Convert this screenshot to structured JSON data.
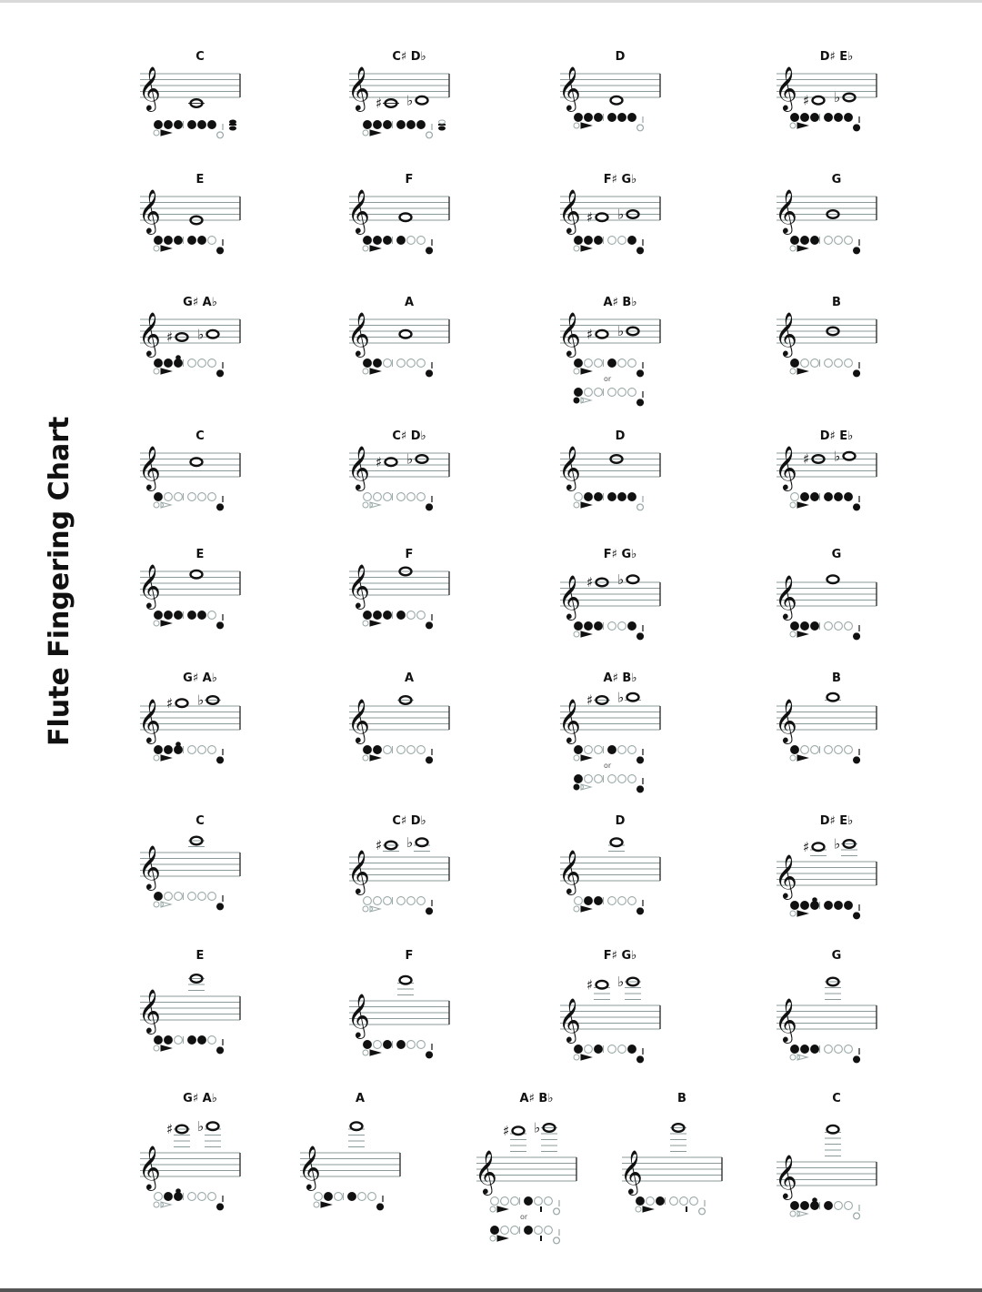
{
  "title": "Flute Fingering Chart",
  "or_label": "or",
  "colors": {
    "ink": "#111111",
    "staff": "#8a9a9a",
    "open_key": "#9aa8a8"
  },
  "columns_x": [
    150,
    380,
    612,
    850
  ],
  "bottom_columns_x": [
    150,
    326,
    520,
    680,
    850
  ],
  "rows_y": [
    55,
    190,
    325,
    472,
    602,
    738,
    895,
    1043,
    1200
  ],
  "notes": [
    {
      "row": 0,
      "col": 0,
      "label": "C",
      "pitches": [
        {
          "step": -2
        }
      ],
      "fingerings": [
        {
          "keys": [
            1,
            1,
            1,
            1,
            1,
            1
          ],
          "thumb": "B",
          "pinky": "open",
          "low": "C"
        }
      ]
    },
    {
      "row": 0,
      "col": 1,
      "label": "C♯  D♭",
      "pitches": [
        {
          "step": -2,
          "acc": "sharp"
        },
        {
          "step": -1,
          "acc": "flat"
        }
      ],
      "fingerings": [
        {
          "keys": [
            1,
            1,
            1,
            1,
            1,
            1
          ],
          "thumb": "B",
          "pinky": "open",
          "low": "Cs"
        }
      ]
    },
    {
      "row": 0,
      "col": 2,
      "label": "D",
      "pitches": [
        {
          "step": -1
        }
      ],
      "fingerings": [
        {
          "keys": [
            1,
            1,
            1,
            1,
            1,
            1
          ],
          "thumb": "B",
          "pinky": "open"
        }
      ]
    },
    {
      "row": 0,
      "col": 3,
      "label": "D♯  E♭",
      "pitches": [
        {
          "step": -1,
          "acc": "sharp"
        },
        {
          "step": 0,
          "acc": "flat"
        }
      ],
      "fingerings": [
        {
          "keys": [
            1,
            1,
            1,
            1,
            1,
            1
          ],
          "thumb": "B",
          "pinky": "closed"
        }
      ]
    },
    {
      "row": 1,
      "col": 0,
      "label": "E",
      "pitches": [
        {
          "step": 0
        }
      ],
      "fingerings": [
        {
          "keys": [
            1,
            1,
            1,
            1,
            1,
            0
          ],
          "thumb": "B",
          "pinky": "closed"
        }
      ]
    },
    {
      "row": 1,
      "col": 1,
      "label": "F",
      "pitches": [
        {
          "step": 1
        }
      ],
      "fingerings": [
        {
          "keys": [
            1,
            1,
            1,
            1,
            0,
            0
          ],
          "thumb": "B",
          "pinky": "closed"
        }
      ]
    },
    {
      "row": 1,
      "col": 2,
      "label": "F♯  G♭",
      "pitches": [
        {
          "step": 1,
          "acc": "sharp"
        },
        {
          "step": 2,
          "acc": "flat"
        }
      ],
      "fingerings": [
        {
          "keys": [
            1,
            1,
            1,
            0,
            0,
            1
          ],
          "thumb": "B",
          "pinky": "closed"
        }
      ]
    },
    {
      "row": 1,
      "col": 3,
      "label": "G",
      "pitches": [
        {
          "step": 2
        }
      ],
      "fingerings": [
        {
          "keys": [
            1,
            1,
            1,
            0,
            0,
            0
          ],
          "thumb": "B",
          "pinky": "closed"
        }
      ]
    },
    {
      "row": 2,
      "col": 0,
      "label": "G♯  A♭",
      "pitches": [
        {
          "step": 2,
          "acc": "sharp"
        },
        {
          "step": 3,
          "acc": "flat"
        }
      ],
      "fingerings": [
        {
          "keys": [
            1,
            1,
            1,
            0,
            0,
            0
          ],
          "thumb": "B",
          "pinky": "closed",
          "gis": true
        }
      ]
    },
    {
      "row": 2,
      "col": 1,
      "label": "A",
      "pitches": [
        {
          "step": 3
        }
      ],
      "fingerings": [
        {
          "keys": [
            1,
            1,
            0,
            0,
            0,
            0
          ],
          "thumb": "B",
          "pinky": "closed"
        }
      ]
    },
    {
      "row": 2,
      "col": 2,
      "label": "A♯  B♭",
      "pitches": [
        {
          "step": 3,
          "acc": "sharp"
        },
        {
          "step": 4,
          "acc": "flat"
        }
      ],
      "fingerings": [
        {
          "keys": [
            1,
            0,
            0,
            1,
            0,
            0
          ],
          "thumb": "B",
          "pinky": "closed"
        },
        {
          "keys": [
            1,
            0,
            0,
            0,
            0,
            0
          ],
          "thumb": "Bb",
          "pinky": "closed"
        }
      ]
    },
    {
      "row": 2,
      "col": 3,
      "label": "B",
      "pitches": [
        {
          "step": 4
        }
      ],
      "fingerings": [
        {
          "keys": [
            1,
            0,
            0,
            0,
            0,
            0
          ],
          "thumb": "B",
          "pinky": "closed"
        }
      ]
    },
    {
      "row": 3,
      "col": 0,
      "label": "C",
      "pitches": [
        {
          "step": 5
        }
      ],
      "fingerings": [
        {
          "keys": [
            1,
            0,
            0,
            0,
            0,
            0
          ],
          "thumb": "open",
          "pinky": "closed"
        }
      ]
    },
    {
      "row": 3,
      "col": 1,
      "label": "C♯  D♭",
      "pitches": [
        {
          "step": 5,
          "acc": "sharp"
        },
        {
          "step": 6,
          "acc": "flat"
        }
      ],
      "fingerings": [
        {
          "keys": [
            0,
            0,
            0,
            0,
            0,
            0
          ],
          "thumb": "open",
          "pinky": "closed"
        }
      ]
    },
    {
      "row": 3,
      "col": 2,
      "label": "D",
      "pitches": [
        {
          "step": 6
        }
      ],
      "fingerings": [
        {
          "keys": [
            0,
            1,
            1,
            1,
            1,
            1
          ],
          "thumb": "B",
          "pinky": "open"
        }
      ]
    },
    {
      "row": 3,
      "col": 3,
      "label": "D♯  E♭",
      "pitches": [
        {
          "step": 6,
          "acc": "sharp"
        },
        {
          "step": 7,
          "acc": "flat"
        }
      ],
      "fingerings": [
        {
          "keys": [
            0,
            1,
            1,
            1,
            1,
            1
          ],
          "thumb": "B",
          "pinky": "closed"
        }
      ]
    },
    {
      "row": 4,
      "col": 0,
      "label": "E",
      "pitches": [
        {
          "step": 7
        }
      ],
      "fingerings": [
        {
          "keys": [
            1,
            1,
            1,
            1,
            1,
            0
          ],
          "thumb": "B",
          "pinky": "closed"
        }
      ]
    },
    {
      "row": 4,
      "col": 1,
      "label": "F",
      "pitches": [
        {
          "step": 8
        }
      ],
      "fingerings": [
        {
          "keys": [
            1,
            1,
            1,
            1,
            0,
            0
          ],
          "thumb": "B",
          "pinky": "closed"
        }
      ]
    },
    {
      "row": 4,
      "col": 2,
      "label": "F♯  G♭",
      "pitches": [
        {
          "step": 8,
          "acc": "sharp"
        },
        {
          "step": 9,
          "acc": "flat"
        }
      ],
      "fingerings": [
        {
          "keys": [
            1,
            1,
            1,
            0,
            0,
            1
          ],
          "thumb": "B",
          "pinky": "closed"
        }
      ]
    },
    {
      "row": 4,
      "col": 3,
      "label": "G",
      "pitches": [
        {
          "step": 9
        }
      ],
      "fingerings": [
        {
          "keys": [
            1,
            1,
            1,
            0,
            0,
            0
          ],
          "thumb": "B",
          "pinky": "closed"
        }
      ]
    },
    {
      "row": 5,
      "col": 0,
      "label": "G♯  A♭",
      "pitches": [
        {
          "step": 9,
          "acc": "sharp"
        },
        {
          "step": 10,
          "acc": "flat"
        }
      ],
      "fingerings": [
        {
          "keys": [
            1,
            1,
            1,
            0,
            0,
            0
          ],
          "thumb": "B",
          "pinky": "closed",
          "gis": true
        }
      ]
    },
    {
      "row": 5,
      "col": 1,
      "label": "A",
      "pitches": [
        {
          "step": 10
        }
      ],
      "fingerings": [
        {
          "keys": [
            1,
            1,
            0,
            0,
            0,
            0
          ],
          "thumb": "B",
          "pinky": "closed"
        }
      ]
    },
    {
      "row": 5,
      "col": 2,
      "label": "A♯  B♭",
      "pitches": [
        {
          "step": 10,
          "acc": "sharp"
        },
        {
          "step": 11,
          "acc": "flat"
        }
      ],
      "fingerings": [
        {
          "keys": [
            1,
            0,
            0,
            1,
            0,
            0
          ],
          "thumb": "B",
          "pinky": "closed"
        },
        {
          "keys": [
            1,
            0,
            0,
            0,
            0,
            0
          ],
          "thumb": "Bb",
          "pinky": "closed"
        }
      ]
    },
    {
      "row": 5,
      "col": 3,
      "label": "B",
      "pitches": [
        {
          "step": 11
        }
      ],
      "fingerings": [
        {
          "keys": [
            1,
            0,
            0,
            0,
            0,
            0
          ],
          "thumb": "B",
          "pinky": "closed"
        }
      ]
    },
    {
      "row": 6,
      "col": 0,
      "label": "C",
      "pitches": [
        {
          "step": 12
        }
      ],
      "fingerings": [
        {
          "keys": [
            1,
            0,
            0,
            0,
            0,
            0
          ],
          "thumb": "open",
          "pinky": "closed"
        }
      ]
    },
    {
      "row": 6,
      "col": 1,
      "label": "C♯  D♭",
      "pitches": [
        {
          "step": 12,
          "acc": "sharp"
        },
        {
          "step": 13,
          "acc": "flat"
        }
      ],
      "fingerings": [
        {
          "keys": [
            0,
            0,
            0,
            0,
            0,
            0
          ],
          "thumb": "open",
          "pinky": "closed"
        }
      ]
    },
    {
      "row": 6,
      "col": 2,
      "label": "D",
      "pitches": [
        {
          "step": 13
        }
      ],
      "fingerings": [
        {
          "keys": [
            0,
            1,
            1,
            0,
            0,
            0
          ],
          "thumb": "B",
          "pinky": "closed"
        }
      ]
    },
    {
      "row": 6,
      "col": 3,
      "label": "D♯  E♭",
      "pitches": [
        {
          "step": 13,
          "acc": "sharp"
        },
        {
          "step": 14,
          "acc": "flat"
        }
      ],
      "fingerings": [
        {
          "keys": [
            1,
            1,
            1,
            1,
            1,
            1
          ],
          "thumb": "B",
          "pinky": "closed",
          "gis": true
        }
      ]
    },
    {
      "row": 7,
      "col": 0,
      "label": "E",
      "pitches": [
        {
          "step": 14
        }
      ],
      "fingerings": [
        {
          "keys": [
            1,
            1,
            0,
            1,
            1,
            0
          ],
          "thumb": "B",
          "pinky": "closed"
        }
      ]
    },
    {
      "row": 7,
      "col": 1,
      "label": "F",
      "pitches": [
        {
          "step": 15
        }
      ],
      "fingerings": [
        {
          "keys": [
            1,
            0,
            1,
            1,
            0,
            0
          ],
          "thumb": "B",
          "pinky": "closed"
        }
      ]
    },
    {
      "row": 7,
      "col": 2,
      "label": "F♯  G♭",
      "pitches": [
        {
          "step": 15,
          "acc": "sharp"
        },
        {
          "step": 16,
          "acc": "flat"
        }
      ],
      "fingerings": [
        {
          "keys": [
            1,
            0,
            1,
            0,
            0,
            1
          ],
          "thumb": "B",
          "pinky": "closed"
        }
      ]
    },
    {
      "row": 7,
      "col": 3,
      "label": "G",
      "pitches": [
        {
          "step": 16
        }
      ],
      "fingerings": [
        {
          "keys": [
            1,
            1,
            1,
            0,
            0,
            0
          ],
          "thumb": "open",
          "pinky": "closed"
        }
      ]
    },
    {
      "row": 8,
      "col": 0,
      "label": "G♯  A♭",
      "pitches": [
        {
          "step": 16,
          "acc": "sharp"
        },
        {
          "step": 17,
          "acc": "flat"
        }
      ],
      "fingerings": [
        {
          "keys": [
            0,
            1,
            1,
            0,
            0,
            0
          ],
          "thumb": "open",
          "pinky": "closed",
          "gis": true
        }
      ]
    },
    {
      "row": 8,
      "col": 1,
      "label": "A",
      "pitches": [
        {
          "step": 17
        }
      ],
      "fingerings": [
        {
          "keys": [
            0,
            1,
            0,
            1,
            0,
            0
          ],
          "thumb": "B",
          "pinky": "closed"
        }
      ]
    },
    {
      "row": 8,
      "col": 2,
      "label": "A♯  B♭",
      "pitches": [
        {
          "step": 17,
          "acc": "sharp"
        },
        {
          "step": 18,
          "acc": "flat"
        }
      ],
      "fingerings": [
        {
          "keys": [
            0,
            0,
            0,
            1,
            0,
            0
          ],
          "thumb": "B",
          "pinky": "open",
          "trill": true
        },
        {
          "keys": [
            1,
            0,
            0,
            1,
            0,
            0
          ],
          "thumb": "B",
          "pinky": "open",
          "trill": true
        }
      ]
    },
    {
      "row": 8,
      "col": 3,
      "label": "B",
      "pitches": [
        {
          "step": 18
        }
      ],
      "fingerings": [
        {
          "keys": [
            1,
            0,
            1,
            0,
            0,
            0
          ],
          "thumb": "B",
          "pinky": "open",
          "trill": true
        }
      ]
    },
    {
      "row": 8,
      "col": 4,
      "label": "C",
      "pitches": [
        {
          "step": 19
        }
      ],
      "fingerings": [
        {
          "keys": [
            1,
            1,
            1,
            1,
            0,
            0
          ],
          "thumb": "open",
          "pinky": "open",
          "gis": true
        }
      ]
    }
  ]
}
